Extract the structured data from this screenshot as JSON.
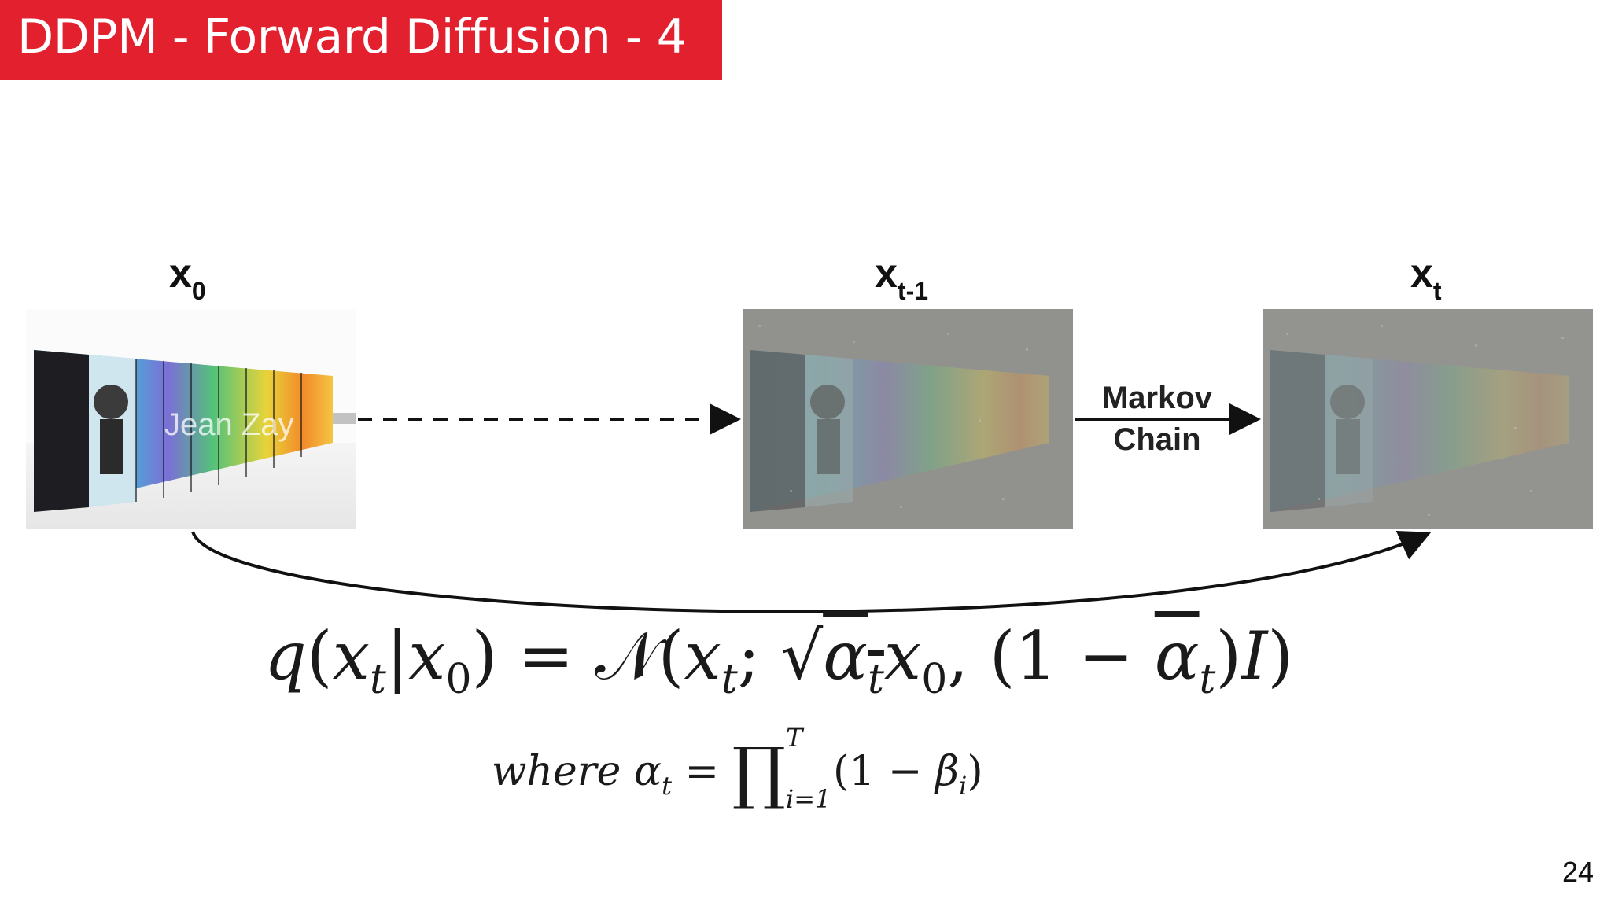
{
  "slide": {
    "title": "DDPM - Forward Diffusion - 4",
    "page_number": "24"
  },
  "labels": {
    "x0": {
      "base": "x",
      "sub": "0"
    },
    "xt_minus_1": {
      "base": "x",
      "sub": "t-1"
    },
    "xt": {
      "base": "x",
      "sub": "t"
    }
  },
  "edge_label": {
    "line1": "Markov",
    "line2": "Chain"
  },
  "image_text": "Jean Zay",
  "formula": {
    "q": "q",
    "x": "x",
    "t": "t",
    "zero": "0",
    "N": "𝒩",
    "one_minus": "(1 − ",
    "I": "I",
    "where": "where",
    "alpha": "α",
    "prod": "∏",
    "T": "T",
    "i_eq_1": "i=1",
    "beta": "β",
    "i": "i",
    "one_minus_small": "(1 − "
  },
  "colors": {
    "title_bg": "#e3202e",
    "title_fg": "#ffffff",
    "arrow": "#111111"
  }
}
